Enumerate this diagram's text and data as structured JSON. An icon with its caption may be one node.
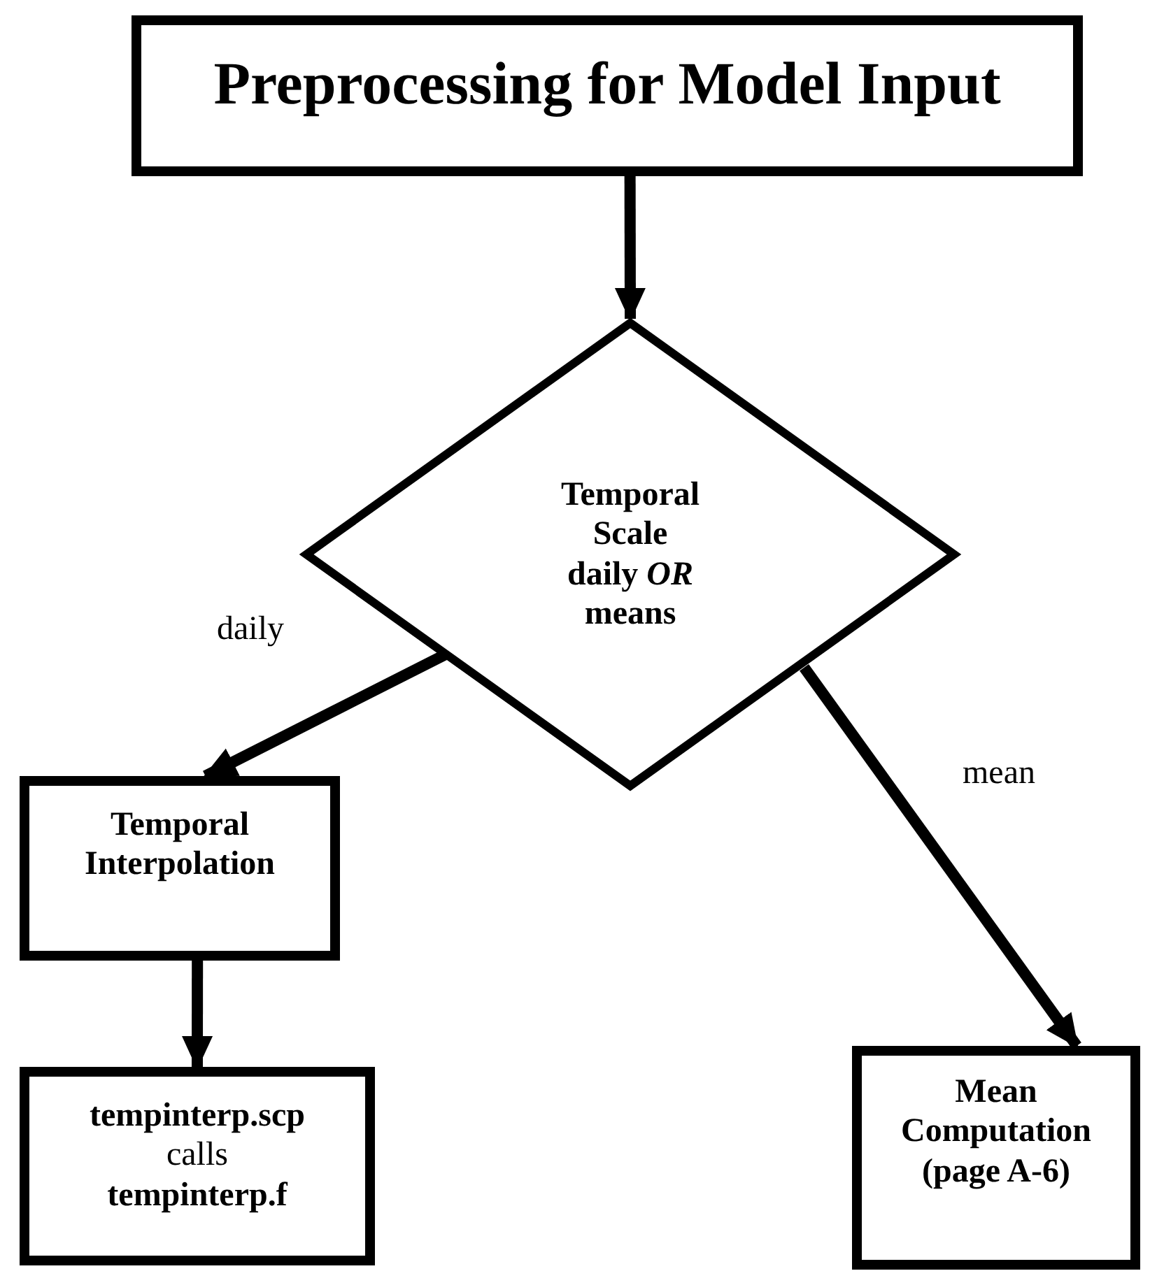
{
  "diagram": {
    "nodes": [
      {
        "text": [
          "Preprocessing for Model Input"
        ]
      },
      {
        "text": [
          "Temporal Scale daily *OR* means"
        ]
      },
      {
        "text": [
          "Temporal Interpolation"
        ]
      },
      {
        "text": [
          "**tempinterp.scp**",
          "calls",
          "**tempinterp.f**"
        ]
      },
      {
        "text": [
          "Mean Computation (page A-6)"
        ]
      }
    ],
    "edges": [
      {
        "from": 0,
        "to": 1,
        "arrow": "to"
      },
      {
        "from": 1,
        "to": 2,
        "arrow": "to",
        "label": "daily"
      },
      {
        "from": 2,
        "to": 3,
        "arrow": "to"
      },
      {
        "from": 1,
        "to": 4,
        "arrow": "to",
        "label": "mean"
      }
    ]
  }
}
